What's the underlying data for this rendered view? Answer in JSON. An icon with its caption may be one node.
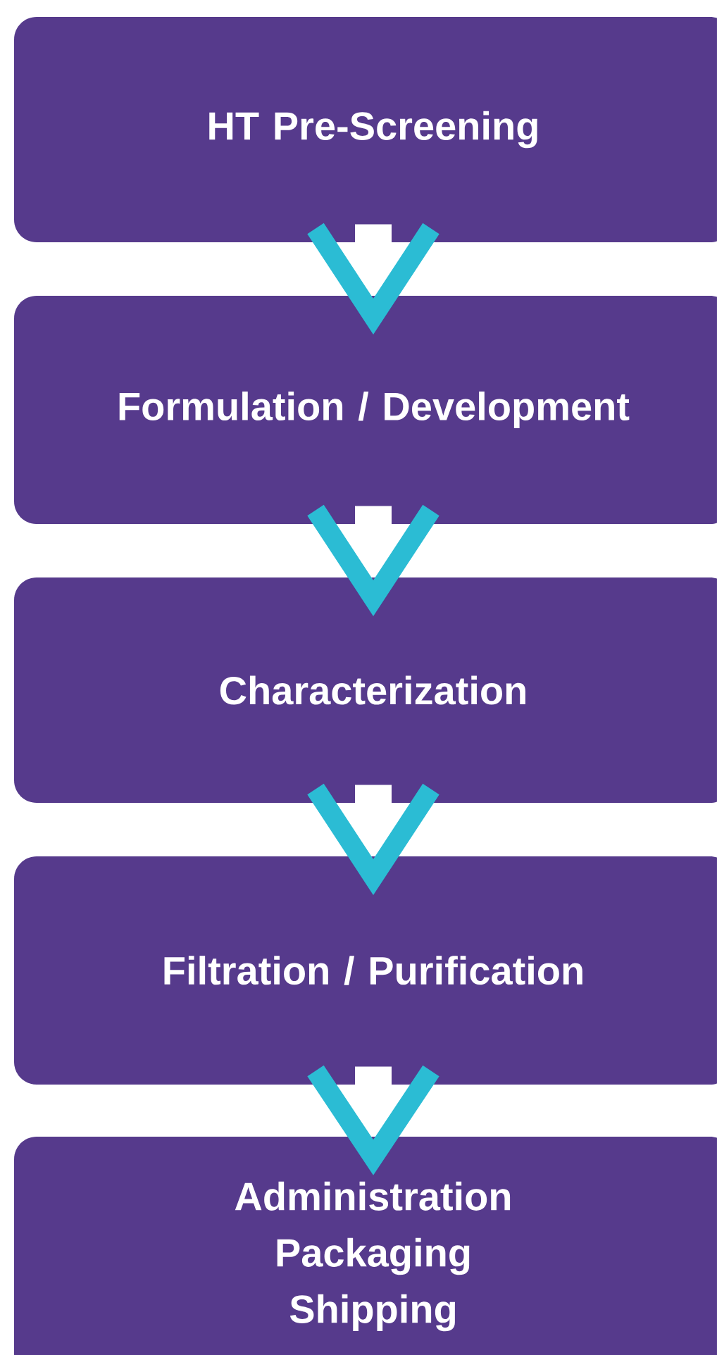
{
  "diagram": {
    "nodes": [
      {
        "text": [
          "HT Pre-Screening"
        ]
      },
      {
        "text": [
          "Formulation / Development"
        ]
      },
      {
        "text": [
          "Characterization"
        ]
      },
      {
        "text": [
          "Filtration / Purification"
        ]
      },
      {
        "text": [
          "Administration Packaging Shipping"
        ]
      }
    ],
    "edges": [
      {
        "from": 0,
        "to": 1,
        "arrow": "to"
      },
      {
        "from": 1,
        "to": 2,
        "arrow": "to"
      },
      {
        "from": 2,
        "to": 3,
        "arrow": "to"
      },
      {
        "from": 3,
        "to": 4,
        "arrow": "to"
      }
    ]
  }
}
